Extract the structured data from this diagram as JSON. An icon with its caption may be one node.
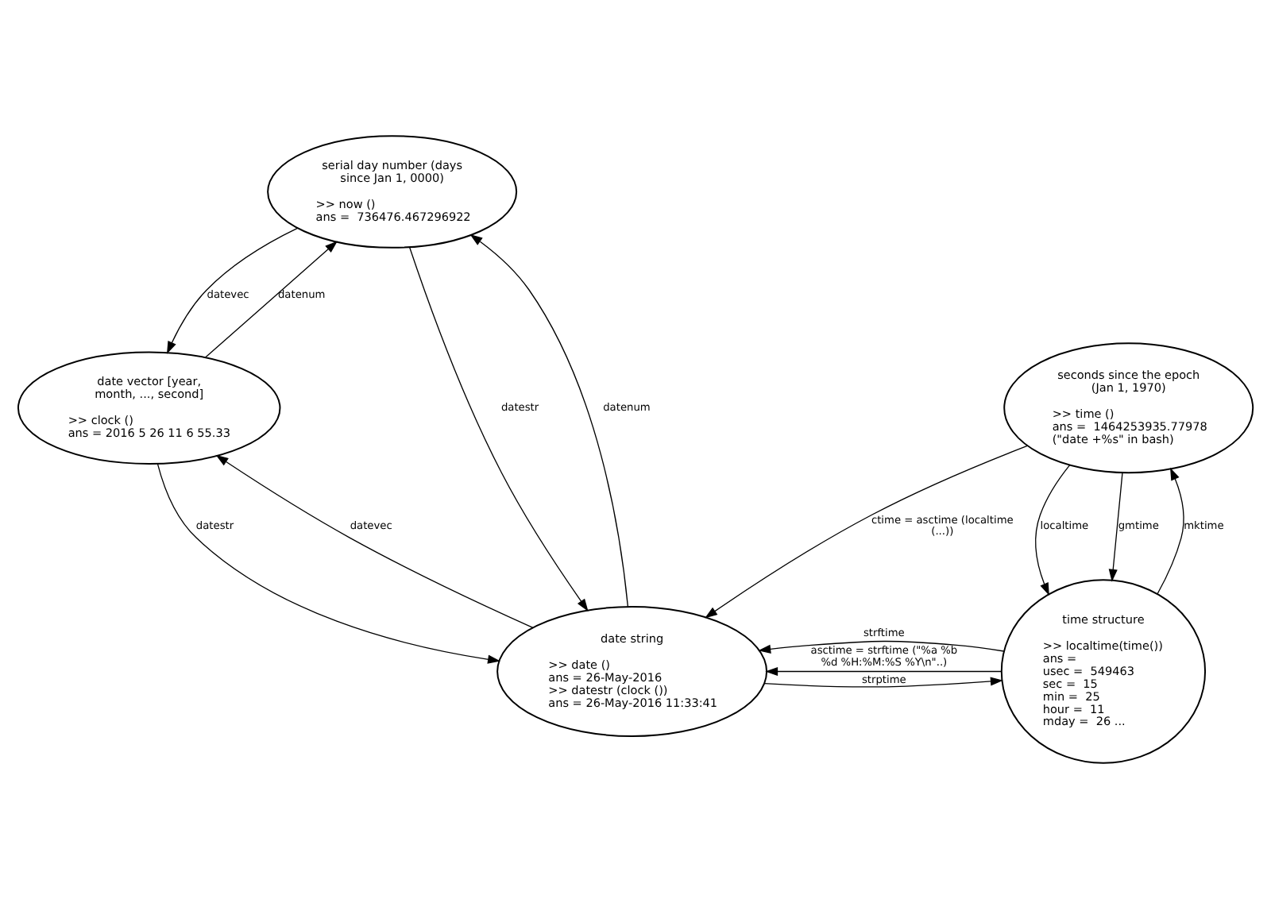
{
  "diagram": {
    "nodes": [
      {
        "text": [
          "serial day number (days since Jan 1, 0000)",
          ">> now ()",
          "ans =  736476.467296922"
        ]
      },
      {
        "text": [
          "date vector [year, month, ..., second]",
          ">> clock ()",
          "ans = 2016 5 26 11 6 55.33"
        ]
      },
      {
        "text": [
          "seconds since the epoch (Jan 1, 1970)",
          ">> time ()",
          "ans =  1464253935.77978",
          "(\"date +%s\" in bash)"
        ]
      },
      {
        "text": [
          "date string",
          ">> date ()",
          "ans = 26-May-2016",
          ">> datestr (clock ())",
          "ans = 26-May-2016 11:33:41"
        ]
      },
      {
        "text": [
          "time structure",
          ">> localtime(time())",
          "ans =",
          "usec =  549463",
          "sec =  15",
          "min =  25",
          "hour =  11",
          "mday =  26 ..."
        ]
      }
    ],
    "edges": [
      {
        "from": 1,
        "to": 0,
        "arrow": "to",
        "label": "datenum"
      },
      {
        "from": 0,
        "to": 1,
        "arrow": "to",
        "label": "datevec"
      },
      {
        "from": 1,
        "to": 3,
        "arrow": "to",
        "label": "datestr"
      },
      {
        "from": 3,
        "to": 1,
        "arrow": "to",
        "label": "datevec"
      },
      {
        "from": 3,
        "to": 0,
        "arrow": "to",
        "label": "datenum"
      },
      {
        "from": 0,
        "to": 3,
        "arrow": "to",
        "label": "datestr"
      },
      {
        "from": 2,
        "to": 3,
        "arrow": "to",
        "label": "ctime = asctime (localtime (...))"
      },
      {
        "from": 2,
        "to": 4,
        "arrow": "to",
        "label": "localtime"
      },
      {
        "from": 2,
        "to": 4,
        "arrow": "to",
        "label": "gmtime"
      },
      {
        "from": 4,
        "to": 2,
        "arrow": "to",
        "label": "mktime"
      },
      {
        "from": 3,
        "to": 4,
        "arrow": "to",
        "label": "strptime"
      },
      {
        "from": 4,
        "to": 3,
        "arrow": "to",
        "label": "strftime"
      },
      {
        "from": 4,
        "to": 3,
        "arrow": "to",
        "label": "asctime = strftime (\"%a %b %d %H:%M:%S %Y\\n\"..)"
      }
    ]
  }
}
